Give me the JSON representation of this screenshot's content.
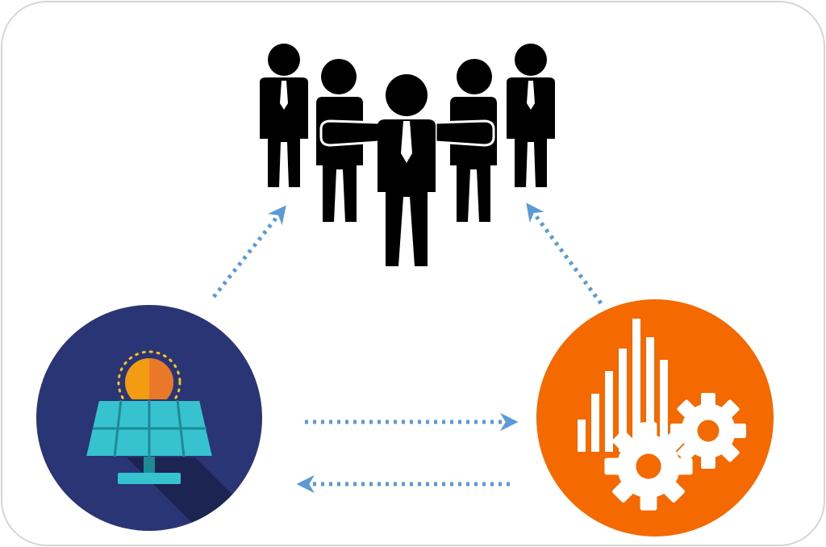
{
  "diagram": {
    "nodes": [
      {
        "id": "people",
        "icon": "business-team-icon",
        "color": "#000000"
      },
      {
        "id": "solar",
        "icon": "solar-panel-icon",
        "color": "#2a3575"
      },
      {
        "id": "analytics",
        "icon": "analytics-gears-icon",
        "color": "#f46a00"
      }
    ],
    "edges": [
      {
        "from": "solar",
        "to": "people",
        "style": "dotted",
        "color": "#5b9bd5"
      },
      {
        "from": "analytics",
        "to": "people",
        "style": "dotted",
        "color": "#5b9bd5"
      },
      {
        "from": "solar",
        "to": "analytics",
        "style": "dotted",
        "color": "#5b9bd5"
      },
      {
        "from": "analytics",
        "to": "solar",
        "style": "dotted",
        "color": "#5b9bd5"
      }
    ]
  }
}
